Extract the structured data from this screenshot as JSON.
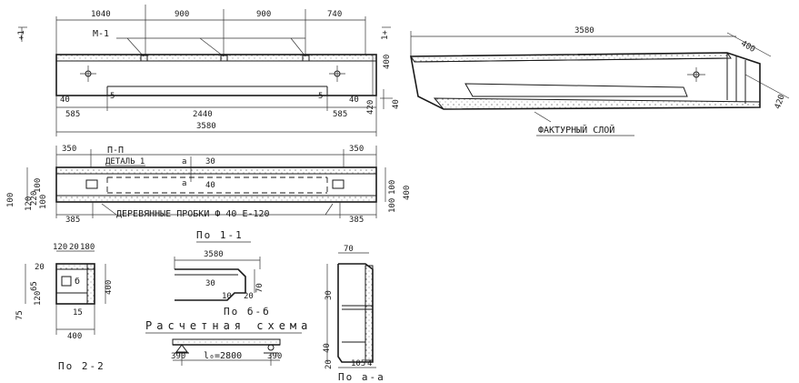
{
  "front": {
    "top_dims": [
      "1040",
      "900",
      "900",
      "740"
    ],
    "mark": "М-1",
    "level_left": "+1",
    "level_right": "1+",
    "right_dims": [
      "400",
      "420"
    ],
    "small_dims": [
      "40",
      "5",
      "5",
      "40"
    ],
    "bottom_dims": [
      "585",
      "2440",
      "585"
    ],
    "overall": "3580",
    "right_lower_dim": "40"
  },
  "iso": {
    "length": "3580",
    "width": "400",
    "height": "420",
    "texture_label": "ФАКТУРНЫЙ СЛОЙ"
  },
  "plan": {
    "end_dims": [
      "350",
      "350"
    ],
    "section_mark": "П-П",
    "detail_mark": "ДЕТАЛЬ 1",
    "section_a": "а",
    "dim_30": "30",
    "dim_40": "40",
    "left_side_dims": [
      "220",
      "100",
      "220",
      "100",
      "120",
      "100"
    ],
    "right_side_dims": [
      "100",
      "100",
      "400"
    ],
    "bottom_dims": [
      "385",
      "385"
    ],
    "plug_label": "ДЕРЕВЯННЫЕ ПРОБКИ Ф 40 Е-120",
    "caption": "По 1-1"
  },
  "sec_22": {
    "top_dims": [
      "120",
      "20",
      "180"
    ],
    "left_dims": [
      "20",
      "65",
      "75",
      "120"
    ],
    "mark": "б",
    "side": "400",
    "small": "15",
    "bottom": "400",
    "caption": "По 2-2"
  },
  "sec_bb": {
    "length": "3580",
    "d30": "30",
    "d70": "70",
    "d10": "10",
    "d20": "20",
    "caption": "По б-б"
  },
  "scheme": {
    "title": "Расчетная схема",
    "span": "l₀=2800",
    "left": "390",
    "right": "390"
  },
  "sec_aa": {
    "top": "70",
    "d30": "30",
    "d40": "40",
    "d20": "20",
    "bottom_dims": [
      "105",
      "4"
    ],
    "caption": "По а-а"
  }
}
